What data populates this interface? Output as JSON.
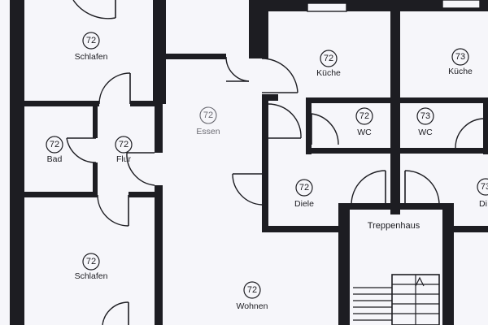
{
  "rooms": [
    {
      "id": "schlafen-top",
      "number": "72",
      "label": "Schlafen"
    },
    {
      "id": "essen",
      "number": "72",
      "label": "Essen"
    },
    {
      "id": "kueche-72",
      "number": "72",
      "label": "Küche"
    },
    {
      "id": "kueche-73",
      "number": "73",
      "label": "Küche"
    },
    {
      "id": "bad",
      "number": "72",
      "label": "Bad"
    },
    {
      "id": "flur",
      "number": "72",
      "label": "Flur"
    },
    {
      "id": "wc-72",
      "number": "72",
      "label": "WC"
    },
    {
      "id": "wc-73",
      "number": "73",
      "label": "WC"
    },
    {
      "id": "diele-72",
      "number": "72",
      "label": "Diele"
    },
    {
      "id": "diele-right",
      "number": "73",
      "label": "Di"
    },
    {
      "id": "schlafen-bottom",
      "number": "72",
      "label": "Schlafen"
    },
    {
      "id": "wohnen",
      "number": "72",
      "label": "Wohnen"
    }
  ],
  "stairwell": {
    "label": "Treppenhaus"
  }
}
